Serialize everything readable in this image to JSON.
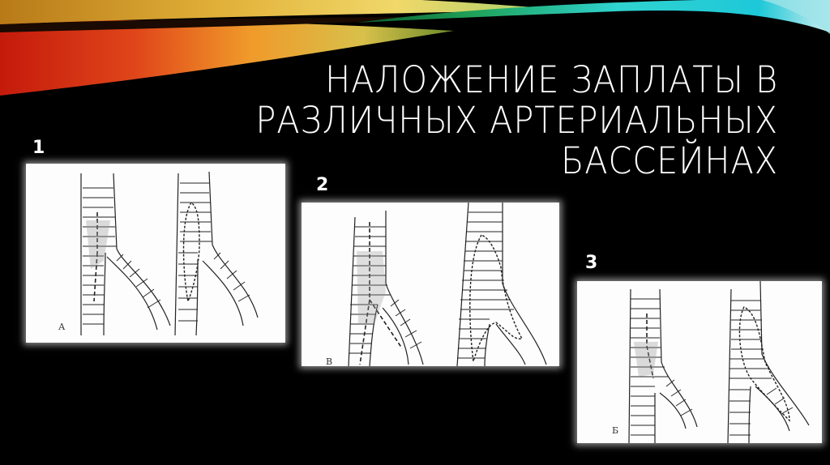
{
  "slide": {
    "title_lines": [
      "НАЛОЖЕНИЕ ЗАПЛАТЫ В",
      "РАЗЛИЧНЫХ АРТЕРИАЛЬНЫХ",
      "БАССЕЙНАХ"
    ],
    "background_color": "#000000",
    "text_color": "#ffffff",
    "decoration_colors": [
      "#d32a10",
      "#f07d1a",
      "#e8c23a",
      "#1a8f3c",
      "#2fd6d6",
      "#bfeff0"
    ]
  },
  "figures": [
    {
      "number": "1",
      "letter": "А",
      "icon": "artery-bifurcation-patch-illustration"
    },
    {
      "number": "2",
      "letter": "В",
      "icon": "artery-bifurcation-patch-illustration"
    },
    {
      "number": "3",
      "letter": "Б",
      "icon": "artery-bifurcation-patch-illustration"
    }
  ]
}
